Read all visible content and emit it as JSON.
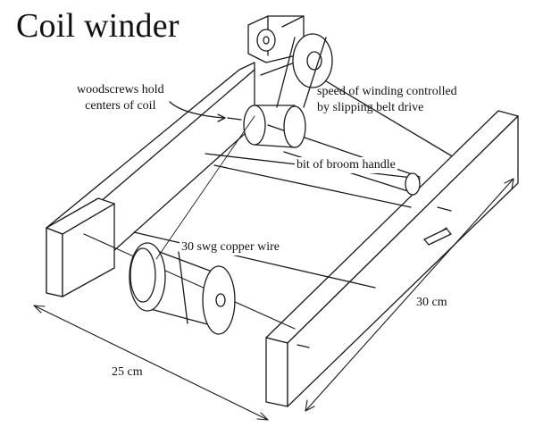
{
  "title": "Coil winder",
  "labels": {
    "woodscrews_line1": "woodscrews hold",
    "woodscrews_line2": "centers of coil",
    "speed_line1": "speed of winding controlled",
    "speed_line2": "by slipping belt drive",
    "broom": "bit of broom handle",
    "wire": "30 swg copper wire",
    "width": "25 cm",
    "depth": "30 cm"
  },
  "colors": {
    "ink": "#1a1a1a",
    "paper": "#ffffff"
  }
}
